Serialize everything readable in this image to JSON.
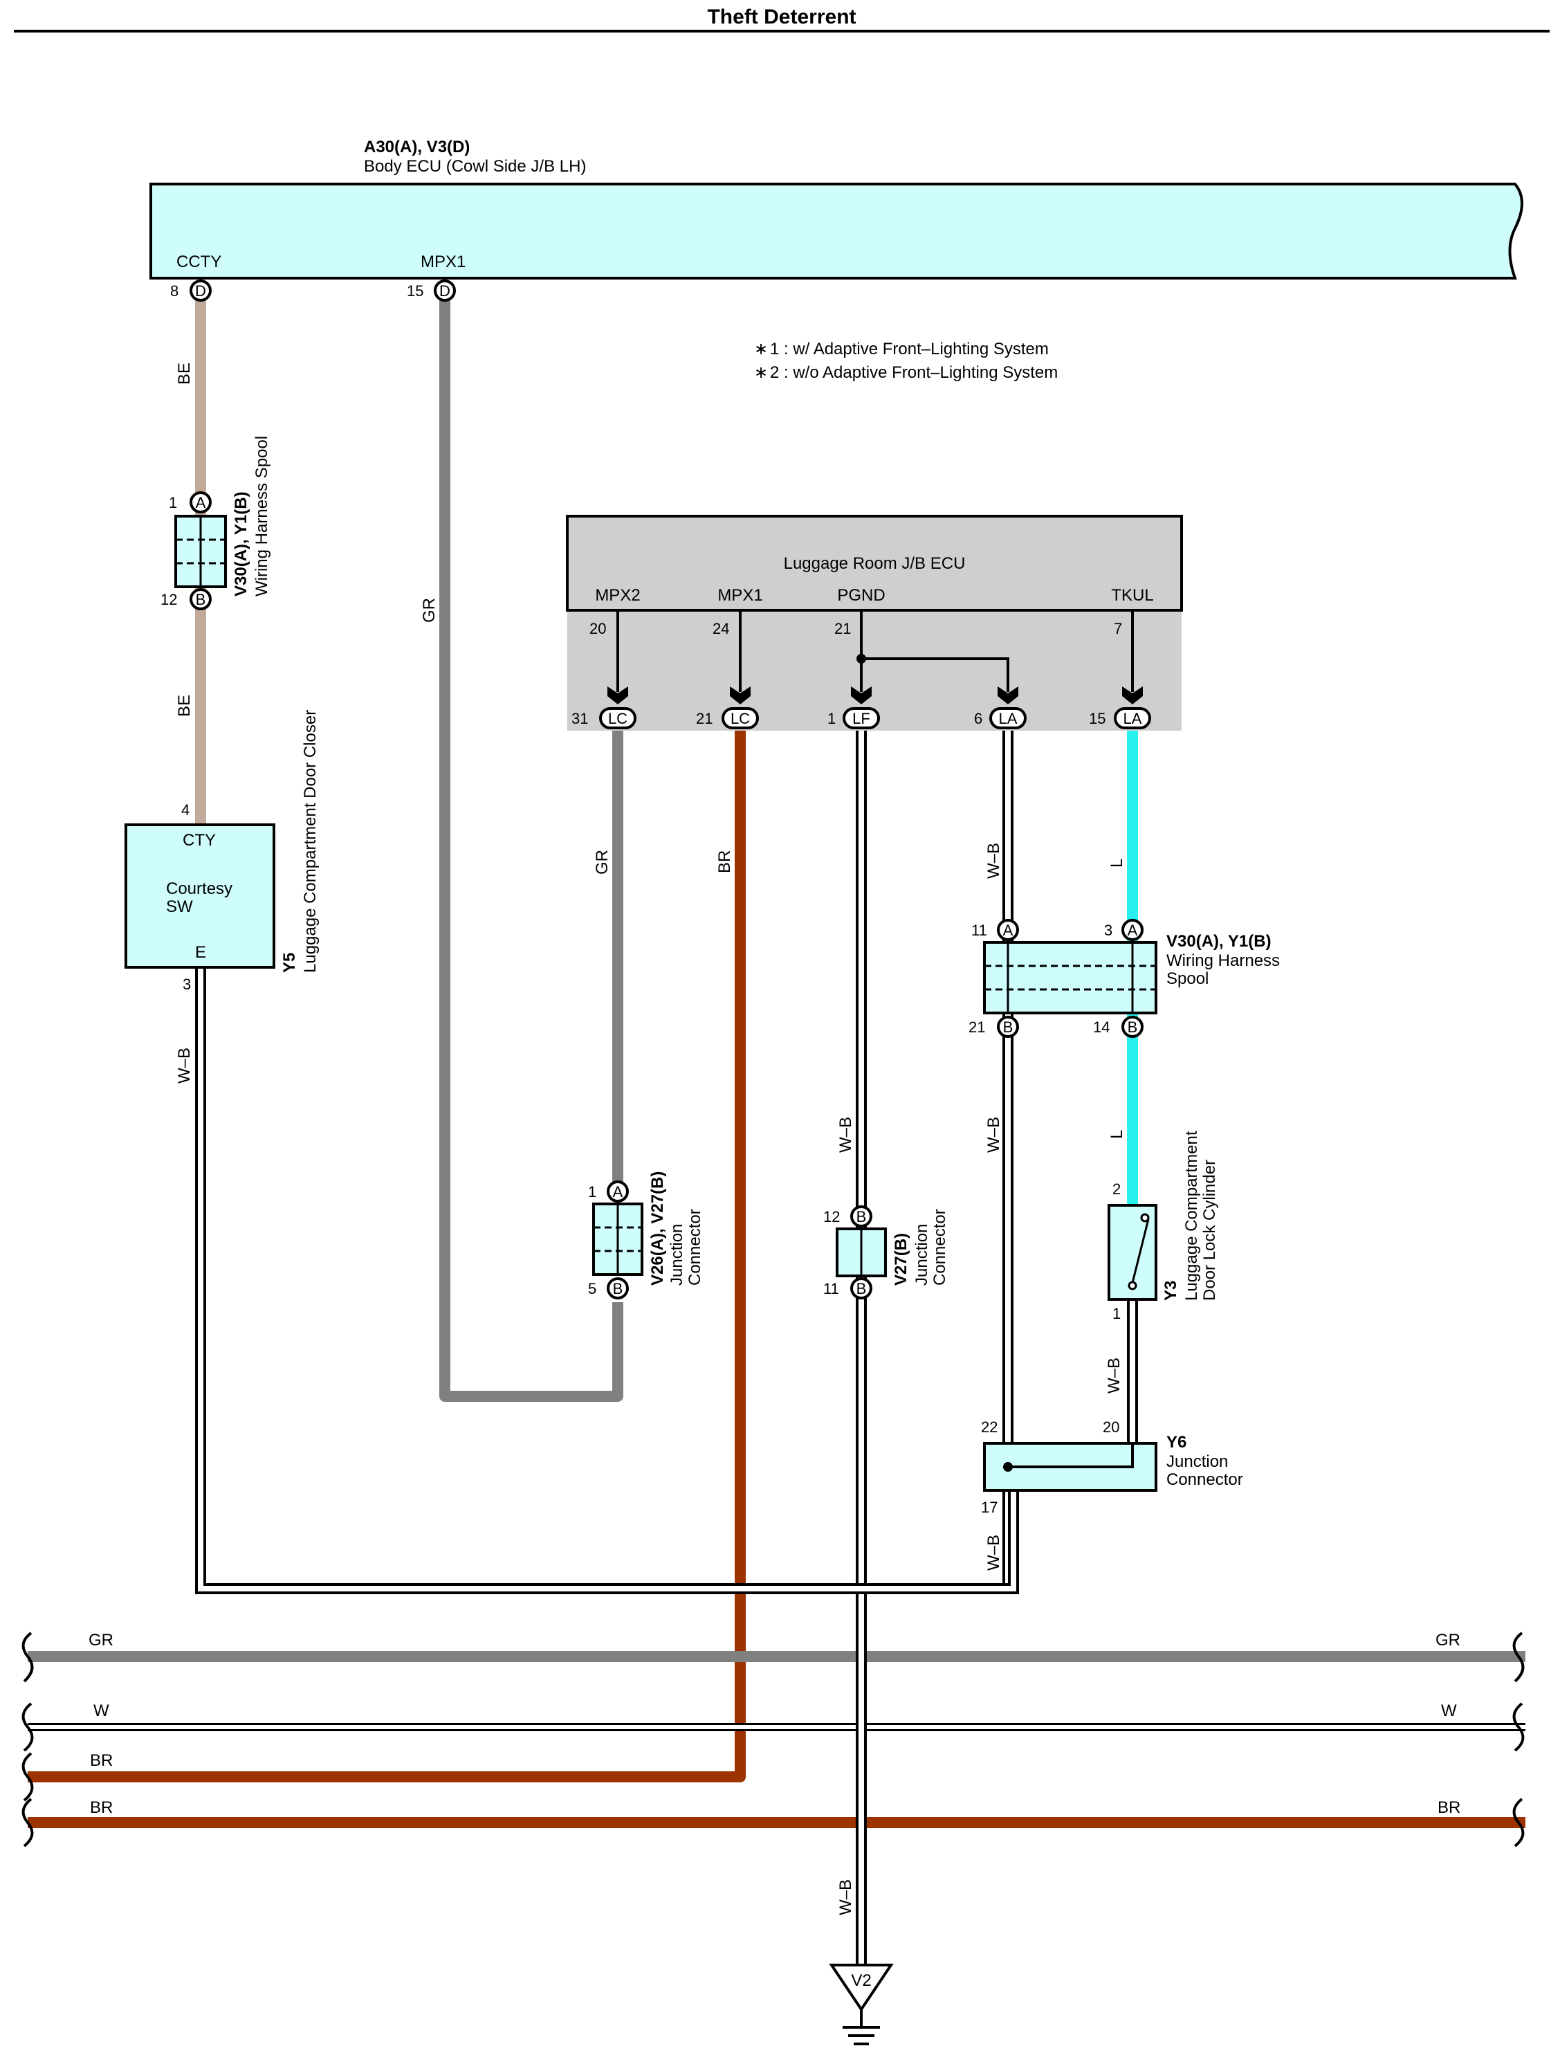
{
  "page": {
    "title": "Theft Deterrent"
  },
  "colors": {
    "ecu_fill": "#cefdfc",
    "jb_fill": "#cfcfcf",
    "wire_gr": "#808080",
    "wire_be": "#c2aa9b",
    "wire_br": "#9d3300",
    "wire_l": "#27f0ee",
    "wire_wb": "#808080"
  },
  "body_ecu": {
    "code": "A30(A), V3(D)",
    "name": "Body ECU (Cowl Side J/B LH)",
    "terminals": [
      {
        "label": "CCTY",
        "pin": "8",
        "connector": "D"
      },
      {
        "label": "MPX1",
        "pin": "15",
        "connector": "D"
      }
    ]
  },
  "notes": [
    "1 : w/ Adaptive Front–Lighting System",
    "2 : w/o Adaptive Front–Lighting System"
  ],
  "luggage_ecu": {
    "name": "Luggage Room J/B ECU",
    "terminals": [
      {
        "label": "MPX2",
        "pin": "20"
      },
      {
        "label": "MPX1",
        "pin": "24"
      },
      {
        "label": "PGND",
        "pin": "21"
      },
      {
        "label": "TKUL",
        "pin": "7"
      }
    ],
    "connectors": [
      {
        "pin": "31",
        "connector": "LC"
      },
      {
        "pin": "21",
        "connector": "LC"
      },
      {
        "pin": "1",
        "connector": "LF"
      },
      {
        "pin": "6",
        "connector": "LA"
      },
      {
        "pin": "15",
        "connector": "LA"
      }
    ]
  },
  "spool_left": {
    "code": "V30(A), Y1(B)",
    "name": "Wiring Harness Spool",
    "top_pin": "1",
    "top_conn": "A",
    "bottom_pin": "12",
    "bottom_conn": "B"
  },
  "courtesy_sw": {
    "code": "Y5",
    "name": "Luggage Compartment Door Closer",
    "top_label": "CTY",
    "body_line1": "Courtesy",
    "body_line2": "SW",
    "bottom_label": "E",
    "top_pin": "4",
    "bottom_pin": "3"
  },
  "junction_v26": {
    "code": "V26(A), V27(B)",
    "name_line1": "Junction",
    "name_line2": "Connector",
    "top_pin": "1",
    "top_conn": "A",
    "bottom_pin": "5",
    "bottom_conn": "B"
  },
  "junction_v27": {
    "code": "V27(B)",
    "name_line1": "Junction",
    "name_line2": "Connector",
    "top_pin": "12",
    "top_conn": "B",
    "bottom_pin": "11",
    "bottom_conn": "B"
  },
  "spool_right": {
    "code": "V30(A), Y1(B)",
    "name_line1": "Wiring Harness",
    "name_line2": "Spool",
    "left_top_pin": "11",
    "left_top_conn": "A",
    "right_top_pin": "3",
    "right_top_conn": "A",
    "left_bottom_pin": "21",
    "left_bottom_conn": "B",
    "right_bottom_pin": "14",
    "right_bottom_conn": "B"
  },
  "door_lock": {
    "code": "Y3",
    "name_line1": "Luggage Compartment",
    "name_line2": "Door Lock Cylinder",
    "top_pin": "2",
    "bottom_pin": "1"
  },
  "junction_y6": {
    "code": "Y6",
    "name_line1": "Junction",
    "name_line2": "Connector",
    "pin_left": "22",
    "pin_right": "20",
    "pin_bottom": "17"
  },
  "ground": {
    "label": "V2"
  },
  "wire_labels": {
    "be": "BE",
    "gr": "GR",
    "br": "BR",
    "wb": "W–B",
    "l": "L",
    "w": "W"
  },
  "bus_lines": [
    {
      "left": "GR",
      "right": "GR"
    },
    {
      "left": "W",
      "right": "W"
    },
    {
      "left": "BR",
      "right": ""
    },
    {
      "left": "BR",
      "right": "BR"
    }
  ]
}
